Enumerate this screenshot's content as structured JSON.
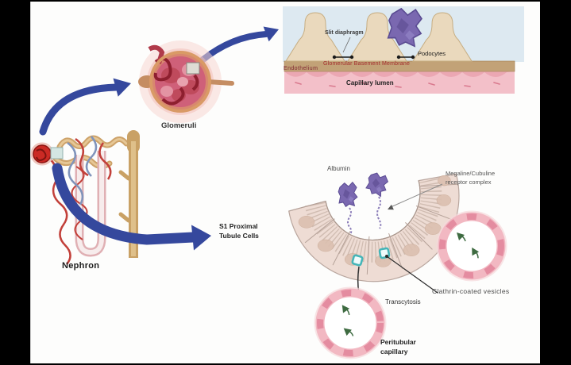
{
  "figure": {
    "description": "Nephron albumin filtration and proximal tubule reuptake diagram"
  },
  "colors": {
    "background": "#000000",
    "content_bg": "#fdfdfc",
    "arrow_blue": "#35489d",
    "albumin_purple": "#7a68b0",
    "podocyte_beige": "#ead9bd",
    "gbm_tan": "#c2a277",
    "panel_blue": "#dde9f1",
    "lumen_pink": "#f3c0c9",
    "endothelium_pink": "#eba7b3",
    "tubule_cell_beige": "#eedcd4",
    "capillary_ring_pink": "#f2b8c2",
    "vesicle_teal": "#45b5b8",
    "green_particle": "#3e6b41",
    "gbm_text_red": "#a32c2c",
    "glomerulus_red": "#cb2a24"
  },
  "nephron": {
    "label": "Nephron"
  },
  "glomeruli": {
    "label": "Glomeruli"
  },
  "filtration_panel": {
    "slit_diaphragm": "Slit diaphragm",
    "podocytes": "Podocytes",
    "basement_membrane": "Glomerular Basement Membrane",
    "endothelium": "Endothelium",
    "capillary_lumen": "Capillary lumen"
  },
  "tubule_panel": {
    "albumin": "Albumin",
    "receptor_line1": "Megaline/Cubuline",
    "receptor_line2": "receptor complex",
    "s1_line1": "S1 Proximal",
    "s1_line2": "Tubule Cells",
    "clathrin": "Clathrin-coated vesicles",
    "transcytosis": "Transcytosis",
    "peritubular_line1": "Peritubular",
    "peritubular_line2": "capillary"
  }
}
